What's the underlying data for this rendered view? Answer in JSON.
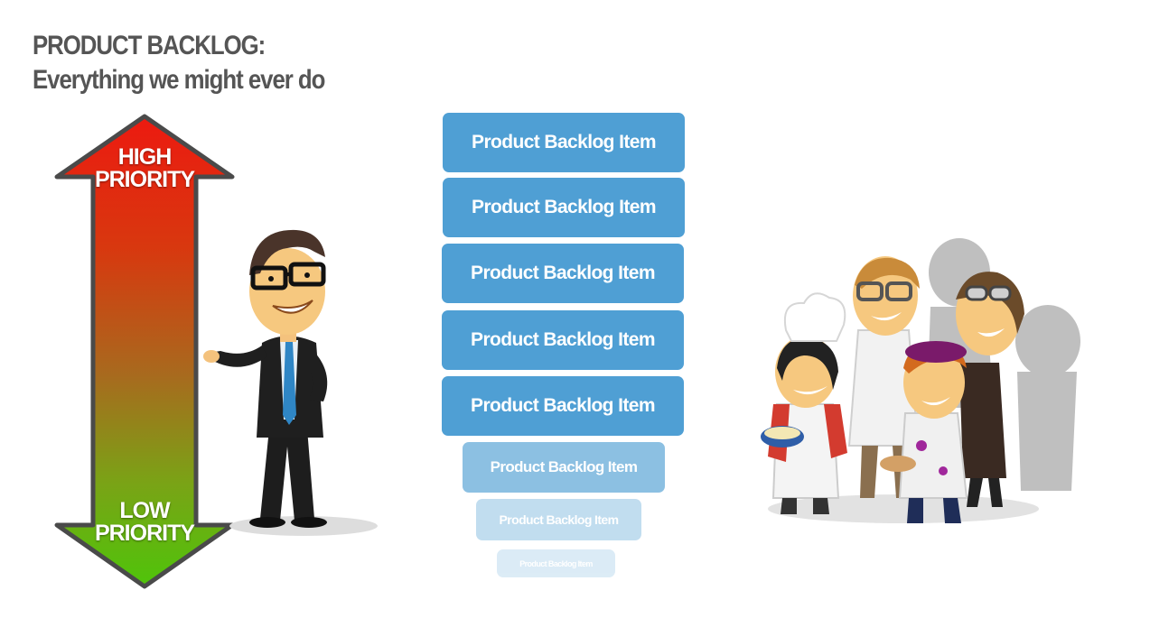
{
  "title": {
    "line1": "PRODUCT BACKLOG:",
    "line2": "Everything we might ever do"
  },
  "priority_arrow": {
    "high_line1": "HIGH",
    "high_line2": "PRIORITY",
    "low_line1": "LOW",
    "low_line2": "PRIORITY",
    "colors": {
      "top": "#e8180f",
      "middle": "#b5651b",
      "bottom": "#56c20a",
      "border": "#4a4a4a"
    }
  },
  "backlog": {
    "item_color": "#4f9fd4",
    "items": [
      {
        "label": "Product Backlog Item",
        "emphasis": 1.0
      },
      {
        "label": "Product Backlog Item",
        "emphasis": 1.0
      },
      {
        "label": "Product Backlog Item",
        "emphasis": 1.0
      },
      {
        "label": "Product Backlog Item",
        "emphasis": 1.0
      },
      {
        "label": "Product Backlog Item",
        "emphasis": 1.0
      },
      {
        "label": "Product Backlog Item",
        "emphasis": 0.65
      },
      {
        "label": "Product Backlog Item",
        "emphasis": 0.35
      },
      {
        "label": "Product Backlog Item",
        "emphasis": 0.2
      }
    ]
  },
  "illustrations": {
    "product_owner": "businessman-in-suit-illustration",
    "stakeholders": "group-of-stakeholders-illustration"
  }
}
